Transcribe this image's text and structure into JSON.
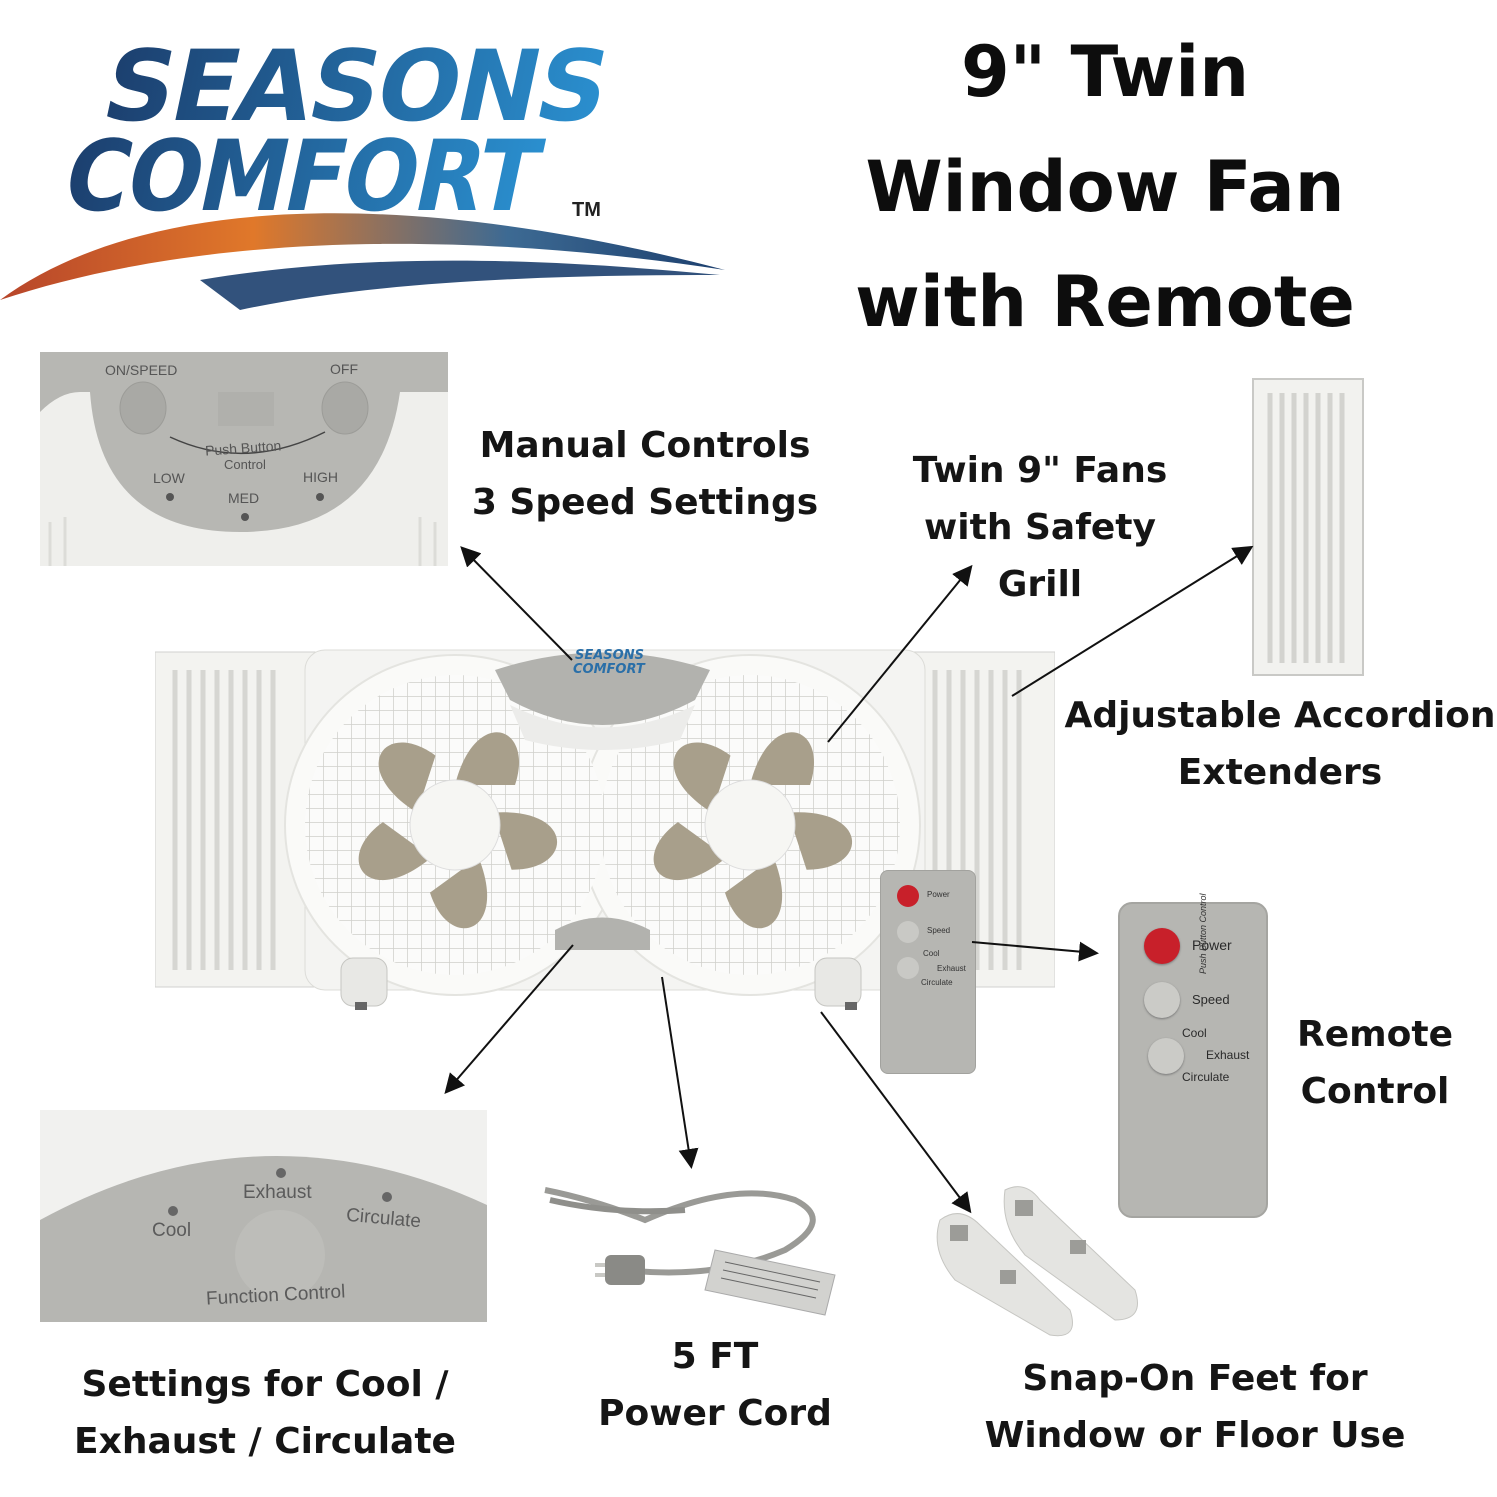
{
  "brand": {
    "line1": "SEASONS",
    "line2": "COMFORT",
    "tm": "TM"
  },
  "title": {
    "line1": "9\" Twin",
    "line2": "Window Fan",
    "line3": "with Remote"
  },
  "manual_panel": {
    "on_speed": "ON/SPEED",
    "off": "OFF",
    "push_button": "Push Button",
    "control": "Control",
    "low": "LOW",
    "med": "MED",
    "high": "HIGH"
  },
  "function_panel": {
    "exhaust": "Exhaust",
    "cool": "Cool",
    "circulate": "Circulate",
    "function_control": "Function Control"
  },
  "remote": {
    "power": "Power",
    "speed": "Speed",
    "cool": "Cool",
    "exhaust": "Exhaust",
    "circulate": "Circulate",
    "side_text": "Push Button Control"
  },
  "fan_brand": {
    "line1": "SEASONS",
    "line2": "COMFORT"
  },
  "labels": {
    "manual_controls": [
      "Manual Controls",
      "3 Speed Settings"
    ],
    "twin_fans": [
      "Twin 9\" Fans",
      "with Safety",
      "Grill"
    ],
    "accordion": [
      "Adjustable Accordion",
      "Extenders"
    ],
    "remote_control": [
      "Remote",
      "Control"
    ],
    "settings": [
      "Settings for Cool /",
      "Exhaust / Circulate"
    ],
    "power_cord": [
      "5 FT",
      "Power Cord"
    ],
    "snap_on": [
      "Snap-On Feet for",
      "Window or Floor Use"
    ]
  },
  "colors": {
    "brand_dark": "#1c3f6e",
    "brand_light": "#2a8fcf",
    "panel_gray": "#b2b2ae",
    "blade_tan": "#a89f8b",
    "power_red": "#c8202a"
  }
}
